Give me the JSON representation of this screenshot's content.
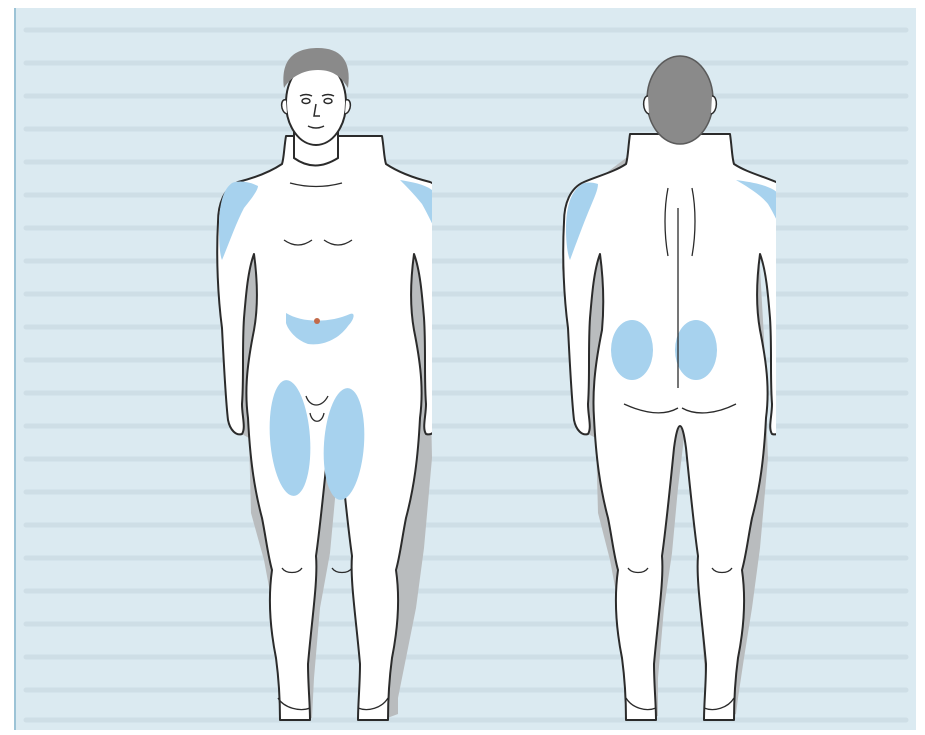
{
  "figure": {
    "views": [
      {
        "id": "front",
        "view": "front"
      },
      {
        "id": "back",
        "view": "back"
      }
    ],
    "injection_sites": {
      "front": [
        "left-upper-arm",
        "right-upper-arm",
        "abdomen",
        "left-thigh",
        "right-thigh"
      ],
      "back": [
        "left-upper-arm",
        "right-upper-arm",
        "left-buttock",
        "right-buttock"
      ]
    },
    "colors": {
      "panel_background": "#dbeaf1",
      "site_highlight": "#a7d2ee",
      "skin": "#ffffff",
      "outline": "#2b2b2b",
      "shadow": "#b9bcbe",
      "hair": "#8a8a8a"
    }
  }
}
